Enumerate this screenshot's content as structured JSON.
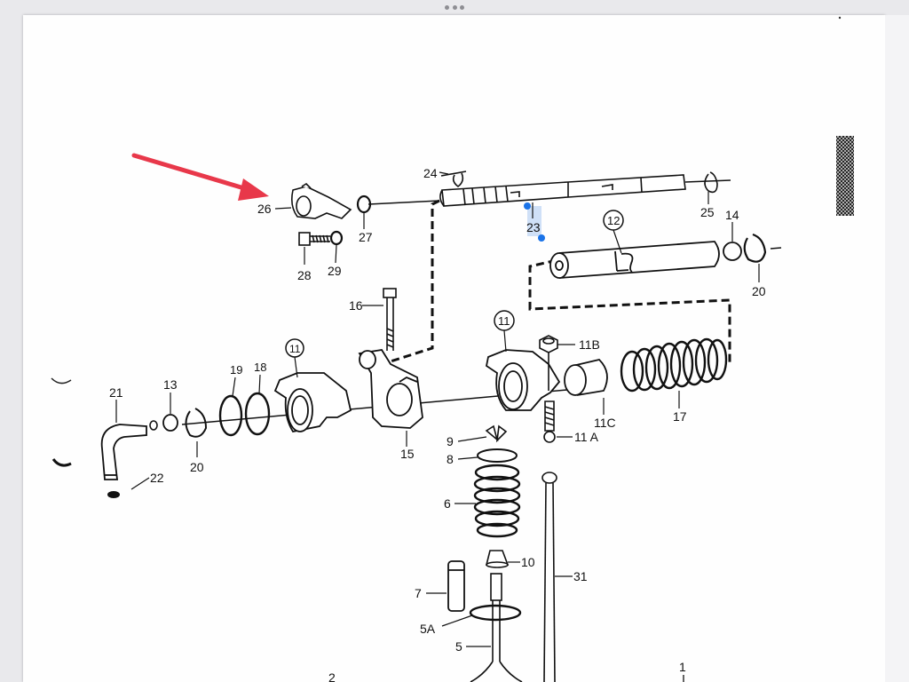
{
  "page_marks": {
    "bottom_left": "2",
    "bottom_right": "1"
  },
  "callouts": [
    {
      "id": "c26",
      "label": "26"
    },
    {
      "id": "c27",
      "label": "27"
    },
    {
      "id": "c28",
      "label": "28"
    },
    {
      "id": "c29",
      "label": "29"
    },
    {
      "id": "c24",
      "label": "24"
    },
    {
      "id": "c23",
      "label": "23"
    },
    {
      "id": "c25",
      "label": "25"
    },
    {
      "id": "c12",
      "label": "12"
    },
    {
      "id": "c14",
      "label": "14"
    },
    {
      "id": "c20a",
      "label": "20"
    },
    {
      "id": "c16",
      "label": "16"
    },
    {
      "id": "c11a",
      "label": "11"
    },
    {
      "id": "c11b",
      "label": "11"
    },
    {
      "id": "c11B",
      "label": "11B"
    },
    {
      "id": "c19",
      "label": "19"
    },
    {
      "id": "c18",
      "label": "18"
    },
    {
      "id": "c13",
      "label": "13"
    },
    {
      "id": "c21",
      "label": "21"
    },
    {
      "id": "c22",
      "label": "22"
    },
    {
      "id": "c20b",
      "label": "20"
    },
    {
      "id": "c15",
      "label": "15"
    },
    {
      "id": "c9",
      "label": "9"
    },
    {
      "id": "c8",
      "label": "8"
    },
    {
      "id": "c6",
      "label": "6"
    },
    {
      "id": "c11C",
      "label": "11C"
    },
    {
      "id": "c17",
      "label": "17"
    },
    {
      "id": "c11A",
      "label": "11 A"
    },
    {
      "id": "c10",
      "label": "10"
    },
    {
      "id": "c31",
      "label": "31"
    },
    {
      "id": "c7",
      "label": "7"
    },
    {
      "id": "c5A",
      "label": "5A"
    },
    {
      "id": "c5",
      "label": "5"
    }
  ],
  "colors": {
    "arrow": "#e8384a",
    "selection": "#1a73e8",
    "selection_fill": "#cfe0f7",
    "ink": "#111111"
  }
}
